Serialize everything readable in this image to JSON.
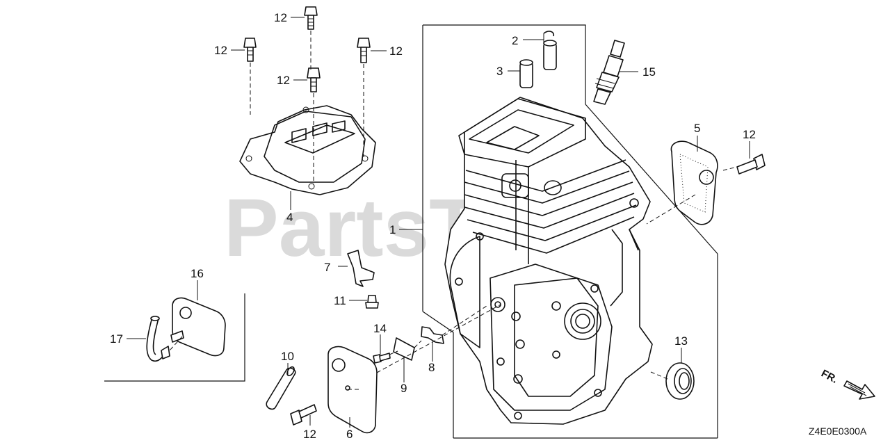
{
  "watermark": "PartsTree",
  "diagram_code": "Z4E0E0300A",
  "direction_marker": "FR.",
  "callouts": {
    "c1": "1",
    "c2": "2",
    "c3": "3",
    "c4": "4",
    "c5": "5",
    "c6": "6",
    "c7": "7",
    "c8": "8",
    "c9": "9",
    "c10": "10",
    "c11": "11",
    "c12a": "12",
    "c12b": "12",
    "c12c": "12",
    "c12d": "12",
    "c12e": "12",
    "c12f": "12",
    "c13": "13",
    "c14": "14",
    "c15": "15",
    "c16": "16",
    "c17": "17"
  }
}
